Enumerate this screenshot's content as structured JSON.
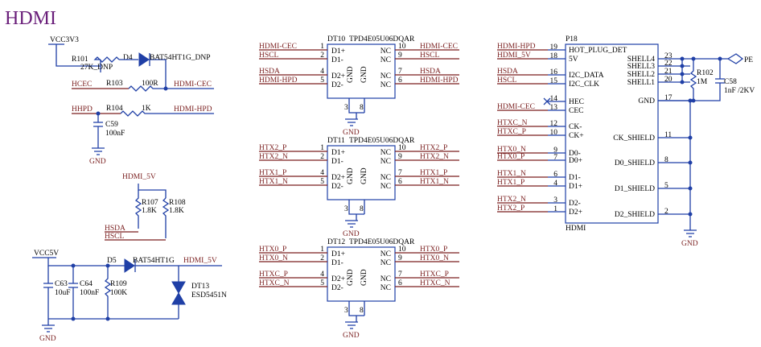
{
  "title": "HDMI",
  "left": {
    "vcc3v3": "VCC3V3",
    "r101": "R101",
    "r101_val": "27K_DNP",
    "d4": "D4",
    "d4_part": "BAT54HT1G_DNP",
    "hcec": "HCEC",
    "r103": "R103",
    "r103_val": "100R",
    "hdmi_cec": "HDMI-CEC",
    "hhpd": "HHPD",
    "r104": "R104",
    "r104_val": "1K",
    "hdmi_hpd": "HDMI-HPD",
    "c59": "C59",
    "c59_val": "100nF",
    "gnd": "GND",
    "hdmi_5v": "HDMI_5V",
    "r107": "R107",
    "r107_val": "1.8K",
    "r108": "R108",
    "r108_val": "1.8K",
    "hsda": "HSDA",
    "hscl": "HSCL",
    "vcc5v": "VCC5V",
    "d5": "D5",
    "d5_part": "BAT54HT1G",
    "hdmi_5v_b": "HDMI_5V",
    "c63": "C63",
    "c63_val": "10uF",
    "c64": "C64",
    "c64_val": "100nF",
    "r109": "R109",
    "r109_val": "100K",
    "dt13": "DT13",
    "dt13_part": "ESD5451N"
  },
  "esd_chips": [
    {
      "ref": "DT10",
      "part": "TPD4E05U06DQAR",
      "left_nets": [
        "HDMI-CEC",
        "HSCL",
        "HSDA",
        "HDMI-HPD"
      ],
      "right_nets": [
        "HDMI-CEC",
        "HSCL",
        "HSDA",
        "HDMI-HPD"
      ],
      "gnd": "GND"
    },
    {
      "ref": "DT11",
      "part": "TPD4E05U06DQAR",
      "left_nets": [
        "HTX2_P",
        "HTX2_N",
        "HTX1_P",
        "HTX1_N"
      ],
      "right_nets": [
        "HTX2_P",
        "HTX2_N",
        "HTX1_P",
        "HTX1_N"
      ],
      "gnd": "GND"
    },
    {
      "ref": "DT12",
      "part": "TPD4E05U06DQAR",
      "left_nets": [
        "HTX0_P",
        "HTX0_N",
        "HTXC_P",
        "HTXC_N"
      ],
      "right_nets": [
        "HTX0_P",
        "HTX0_N",
        "HTXC_P",
        "HTXC_N"
      ],
      "gnd": "GND"
    }
  ],
  "chip_pins": {
    "left_pins": [
      "1",
      "2",
      "4",
      "5"
    ],
    "left_names": [
      "D1+",
      "D1-",
      "D2+",
      "D2-"
    ],
    "right_pins": [
      "10",
      "9",
      "7",
      "6"
    ],
    "right_names": [
      "NC",
      "NC",
      "NC",
      "NC"
    ],
    "gnd_names": [
      "GND",
      "GND"
    ],
    "bottom_pins": [
      "3",
      "8"
    ]
  },
  "connector": {
    "ref": "P18",
    "name": "HDMI",
    "left_nets": [
      "HDMI-HPD",
      "HDMI_5V",
      "HSDA",
      "HSCL",
      "HDMI-CEC",
      "HTXC_N",
      "HTXC_P",
      "HTX0_N",
      "HTX0_P",
      "HTX1_N",
      "HTX1_P",
      "HTX2_N",
      "HTX2_P"
    ],
    "left_pins": [
      "19",
      "18",
      "16",
      "15",
      "14",
      "13",
      "12",
      "10",
      "9",
      "7",
      "6",
      "4",
      "3",
      "1"
    ],
    "left_names": [
      "HOT_PLUG_DET",
      "5V",
      "I2C_DATA",
      "I2C_CLK",
      "HEC",
      "CEC",
      "CK-",
      "CK+",
      "D0-",
      "D0+",
      "D1-",
      "D1+",
      "D2-",
      "D2+"
    ],
    "right_names": [
      "SHELL4",
      "SHELL3",
      "SHELL2",
      "SHELL1",
      "GND",
      "CK_SHIELD",
      "D0_SHIELD",
      "D1_SHIELD",
      "D2_SHIELD"
    ],
    "right_pins": [
      "23",
      "22",
      "21",
      "20",
      "17",
      "11",
      "8",
      "5",
      "2"
    ],
    "r102": "R102",
    "r102_val": "1M",
    "c58": "C58",
    "c58_val": "1nF /2KV",
    "pe": "PE",
    "gnd": "GND"
  }
}
